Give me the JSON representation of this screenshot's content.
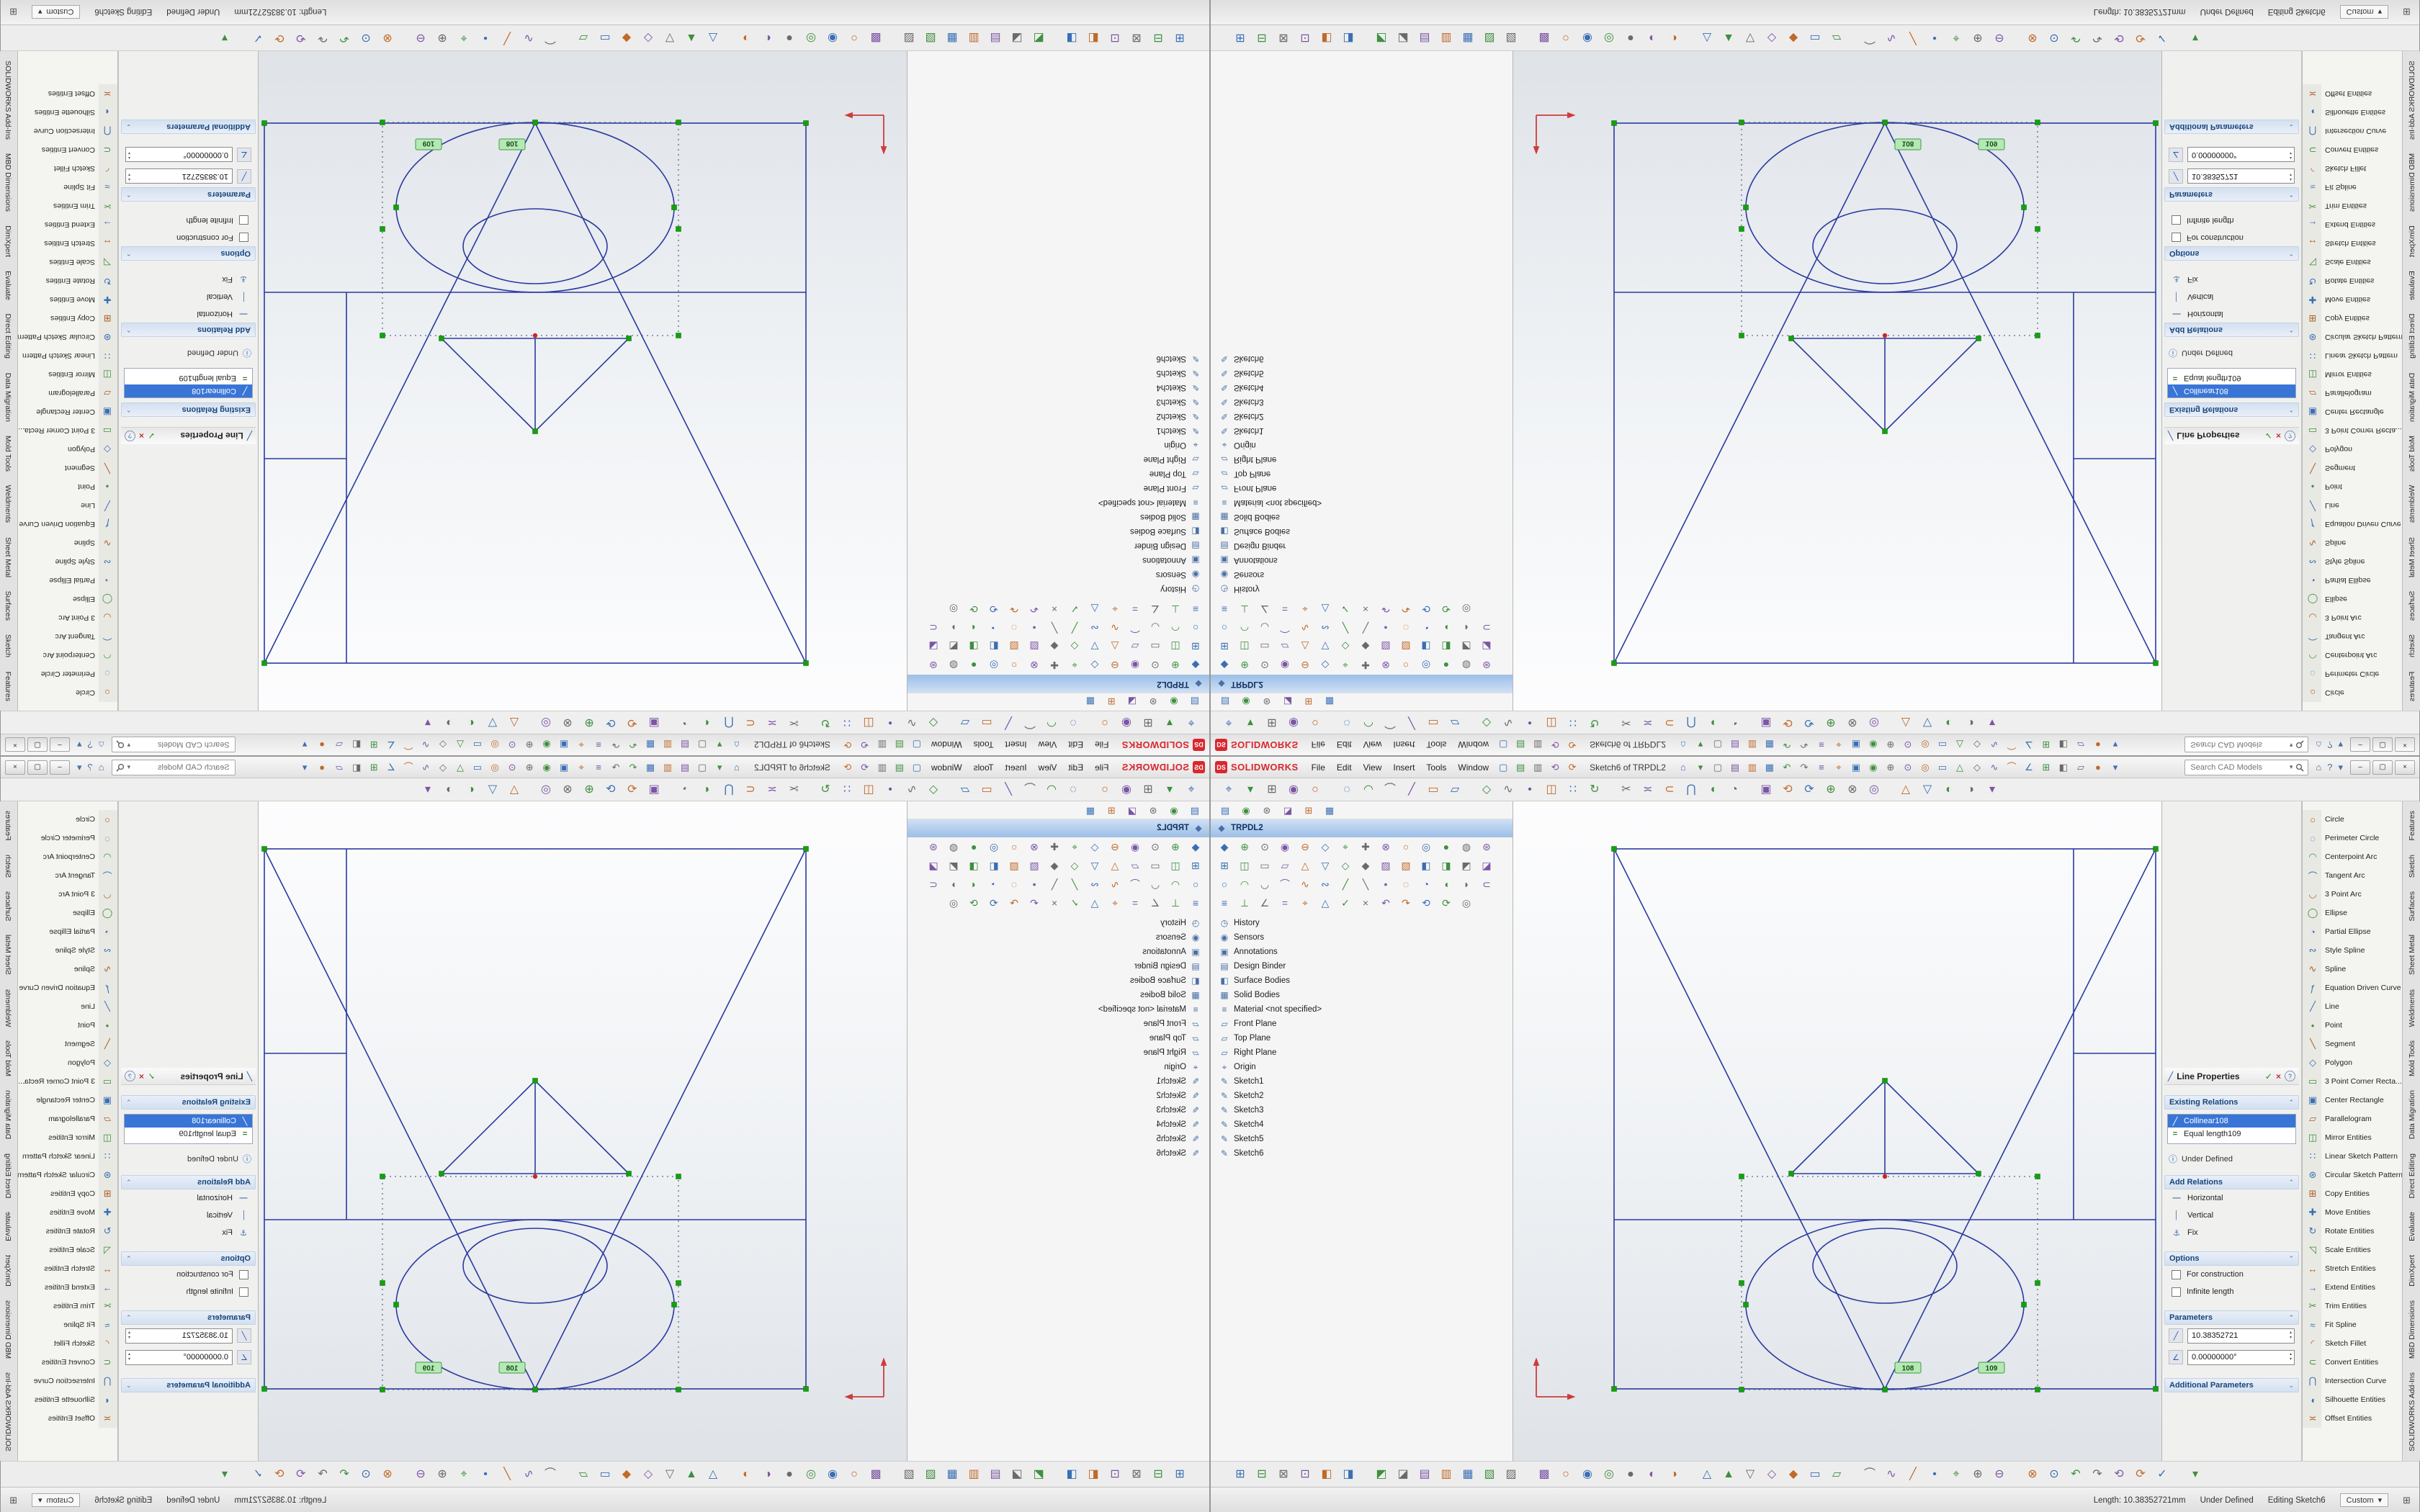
{
  "window": {
    "brand": "SOLIDWORKS",
    "brand_mark": "DS",
    "menus": [
      "File",
      "Edit",
      "View",
      "Insert",
      "Tools",
      "Window"
    ],
    "title": "Sketch6 of TRPDL2",
    "search_placeholder": "Search CAD Models",
    "window_buttons": {
      "minimize": "–",
      "maximize": "▢",
      "close": "×"
    }
  },
  "toolbars": {
    "quick": [
      "▢",
      "▤",
      "▥",
      "⟲",
      "⟳"
    ],
    "menu_row": [
      "⌂",
      "▾",
      "▢",
      "▤",
      "▥",
      "▦",
      "↶",
      "↷",
      "≡",
      "⌖",
      "▣",
      "◉",
      "⊕",
      "⊙",
      "◎",
      "▭",
      "△",
      "◇",
      "∿",
      "⌒",
      "∠",
      "⊞",
      "◧",
      "▱",
      "●",
      "▾"
    ],
    "standard": [
      "⌖",
      "▾",
      "⊞",
      "◉",
      "○",
      "◌",
      "◠",
      "⌒",
      "╱",
      "▭",
      "▱",
      "◇",
      "∿",
      "•",
      "◫",
      "∷",
      "↻",
      "✂",
      "≍",
      "⊂",
      "⋂",
      "◖",
      "◔",
      "▣",
      "⟲",
      "⟳",
      "⊕",
      "⊗",
      "◎",
      "△",
      "▽",
      "◐",
      "◑",
      "▾"
    ],
    "panel_rows": [
      [
        "◆",
        "⊕",
        "⊙",
        "◉",
        "⊖",
        "◇",
        "⌖",
        "✚",
        "⊗",
        "○",
        "◎",
        "●",
        "◍",
        "⊛"
      ],
      [
        "⊞",
        "◫",
        "▭",
        "▱",
        "△",
        "▽",
        "◇",
        "◆",
        "▨",
        "▧",
        "◧",
        "◨",
        "◩",
        "◪"
      ],
      [
        "○",
        "◠",
        "◡",
        "⌒",
        "∿",
        "∾",
        "╱",
        "╲",
        "•",
        "◌",
        "◔",
        "◖",
        "◗",
        "⊂"
      ],
      [
        "≡",
        "⊥",
        "∠",
        "=",
        "⌖",
        "△",
        "✓",
        "×",
        "↶",
        "↷",
        "⟲",
        "⟳",
        "◎"
      ]
    ],
    "bottom": [
      "⊞",
      "⊟",
      "⊠",
      "⊡",
      "◧",
      "◨",
      "◩",
      "◪",
      "▤",
      "▥",
      "▦",
      "▧",
      "▨",
      "▩",
      "○",
      "◉",
      "◎",
      "●",
      "◐",
      "◑",
      "△",
      "▲",
      "▽",
      "◇",
      "◆",
      "▭",
      "▱",
      "⌒",
      "∿",
      "╱",
      "•",
      "⌖",
      "⊕",
      "⊖",
      "⊗",
      "⊙",
      "↶",
      "↷",
      "⟲",
      "⟳",
      "✓",
      "▾"
    ],
    "help": [
      "⌂",
      "?",
      "▾"
    ]
  },
  "panel": {
    "tabs": [
      "▤",
      "◉",
      "⊛",
      "◪",
      "⊞",
      "▦"
    ]
  },
  "feature_tree": {
    "root": "TRPDL2",
    "items": [
      {
        "icon": "◷",
        "label": "History"
      },
      {
        "icon": "◉",
        "label": "Sensors"
      },
      {
        "icon": "▣",
        "label": "Annotations"
      },
      {
        "icon": "▤",
        "label": "Design Binder"
      },
      {
        "icon": "◧",
        "label": "Surface Bodies"
      },
      {
        "icon": "▦",
        "label": "Solid Bodies"
      },
      {
        "icon": "≡",
        "label": "Material <not specified>"
      },
      {
        "icon": "▱",
        "label": "Front Plane"
      },
      {
        "icon": "▱",
        "label": "Top Plane"
      },
      {
        "icon": "▱",
        "label": "Right Plane"
      },
      {
        "icon": "⌖",
        "label": "Origin"
      },
      {
        "icon": "✎",
        "label": "Sketch1"
      },
      {
        "icon": "✎",
        "label": "Sketch2"
      },
      {
        "icon": "✎",
        "label": "Sketch3"
      },
      {
        "icon": "✎",
        "label": "Sketch4"
      },
      {
        "icon": "✎",
        "label": "Sketch5"
      },
      {
        "icon": "✎",
        "label": "Sketch6"
      }
    ]
  },
  "property_panel": {
    "title": "Line Properties",
    "sections": {
      "existing_relations": "Existing Relations",
      "add_relations": "Add Relations",
      "options": "Options",
      "parameters": "Parameters",
      "additional_parameters": "Additional Parameters"
    },
    "relations": [
      {
        "icon": "╱",
        "label": "Collinear108"
      },
      {
        "icon": "=",
        "label": "Equal length109"
      }
    ],
    "status_label": "Under Defined",
    "add_relation_items": [
      {
        "icon": "—",
        "label": "Horizontal"
      },
      {
        "icon": "│",
        "label": "Vertical"
      },
      {
        "icon": "⚓",
        "label": "Fix"
      }
    ],
    "options_items": [
      "For construction",
      "Infinite length"
    ],
    "parameters_items": [
      {
        "icon": "╱",
        "value": "10.38352721"
      },
      {
        "icon": "∠",
        "value": "0.00000000°"
      }
    ]
  },
  "sketch_tools": [
    {
      "icon": "○",
      "label": "Circle"
    },
    {
      "icon": "◌",
      "label": "Perimeter Circle"
    },
    {
      "icon": "◠",
      "label": "Centerpoint Arc"
    },
    {
      "icon": "⌒",
      "label": "Tangent Arc"
    },
    {
      "icon": "◡",
      "label": "3 Point Arc"
    },
    {
      "icon": "◯",
      "label": "Ellipse"
    },
    {
      "icon": "◔",
      "label": "Partial Ellipse"
    },
    {
      "icon": "∾",
      "label": "Style Spline"
    },
    {
      "icon": "∿",
      "label": "Spline"
    },
    {
      "icon": "ƒ",
      "label": "Equation Driven Curve"
    },
    {
      "icon": "╱",
      "label": "Line"
    },
    {
      "icon": "•",
      "label": "Point"
    },
    {
      "icon": "╲",
      "label": "Segment"
    },
    {
      "icon": "◇",
      "label": "Polygon"
    },
    {
      "icon": "▭",
      "label": "3 Point Corner Recta..."
    },
    {
      "icon": "▣",
      "label": "Center Rectangle"
    },
    {
      "icon": "▱",
      "label": "Parallelogram"
    },
    {
      "icon": "◫",
      "label": "Mirror Entities"
    },
    {
      "icon": "∷",
      "label": "Linear Sketch Pattern"
    },
    {
      "icon": "⊛",
      "label": "Circular Sketch Pattern"
    },
    {
      "icon": "⊞",
      "label": "Copy Entities"
    },
    {
      "icon": "✚",
      "label": "Move Entities"
    },
    {
      "icon": "↻",
      "label": "Rotate Entities"
    },
    {
      "icon": "◹",
      "label": "Scale Entities"
    },
    {
      "icon": "↔",
      "label": "Stretch Entities"
    },
    {
      "icon": "→",
      "label": "Extend Entities"
    },
    {
      "icon": "✂",
      "label": "Trim Entities"
    },
    {
      "icon": "≈",
      "label": "Fit Spline"
    },
    {
      "icon": "◜",
      "label": "Sketch Fillet"
    },
    {
      "icon": "⊂",
      "label": "Convert Entities"
    },
    {
      "icon": "⋂",
      "label": "Intersection Curve"
    },
    {
      "icon": "◖",
      "label": "Silhouette Entities"
    },
    {
      "icon": "≍",
      "label": "Offset Entities"
    }
  ],
  "ribbon_tabs": [
    "Features",
    "Sketch",
    "Surfaces",
    "Sheet Metal",
    "Weldments",
    "Mold Tools",
    "Data Migration",
    "Direct Editing",
    "Evaluate",
    "DimXpert",
    "MBD Dimensions",
    "SOLIDWORKS Add-Ins"
  ],
  "graphics": {
    "relation_tags": [
      "108",
      "109"
    ]
  },
  "status_bar": {
    "length": "Length: 10.38352721mm",
    "state": "Under Defined",
    "editing": "Editing Sketch6",
    "units": "Custom",
    "grid_icon": "⊞"
  },
  "colors": {
    "accent_red": "#d9272e",
    "selection_blue": "#2e66c9",
    "sketch_line": "#2a3a9e",
    "handle_green": "#13a10e",
    "tag_green_bg": "#b6e8b6",
    "tag_green_border": "#3f9c3f",
    "section_text": "#16457c"
  }
}
